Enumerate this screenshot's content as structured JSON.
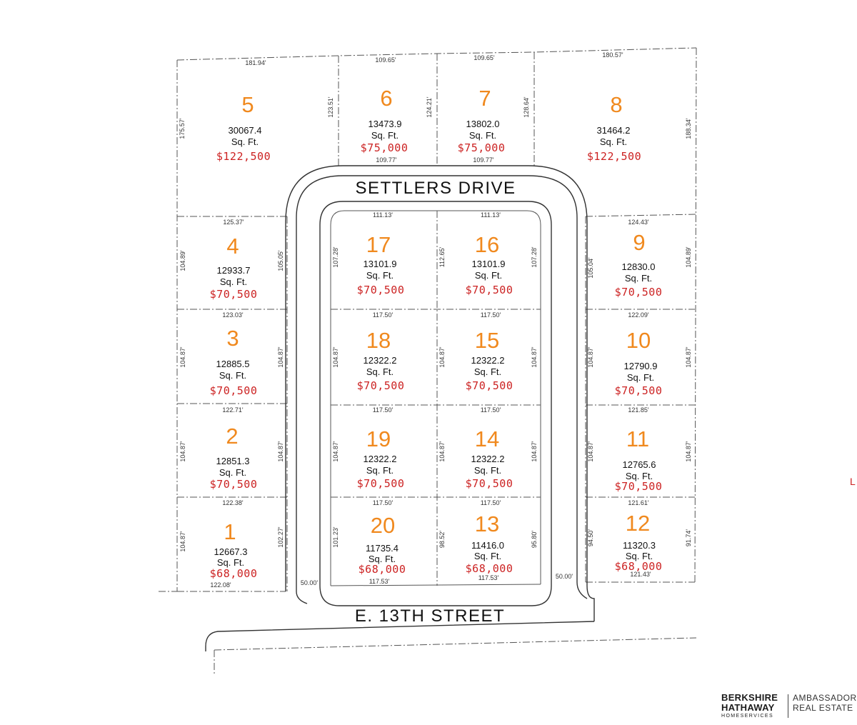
{
  "colors": {
    "lot_number": "#f0891e",
    "price": "#cc2222",
    "text": "#111111",
    "lines": "#555555"
  },
  "streets": {
    "north": "SETTLERS DRIVE",
    "south": "E. 13TH STREET"
  },
  "area_unit": "Sq. Ft.",
  "lots": [
    {
      "number": "1",
      "area": "12667.3",
      "price": "$68,000"
    },
    {
      "number": "2",
      "area": "12851.3",
      "price": "$70,500"
    },
    {
      "number": "3",
      "area": "12885.5",
      "price": "$70,500"
    },
    {
      "number": "4",
      "area": "12933.7",
      "price": "$70,500"
    },
    {
      "number": "5",
      "area": "30067.4",
      "price": "$122,500"
    },
    {
      "number": "6",
      "area": "13473.9",
      "price": "$75,000"
    },
    {
      "number": "7",
      "area": "13802.0",
      "price": "$75,000"
    },
    {
      "number": "8",
      "area": "31464.2",
      "price": "$122,500"
    },
    {
      "number": "9",
      "area": "12830.0",
      "price": "$70,500"
    },
    {
      "number": "10",
      "area": "12790.9",
      "price": "$70,500"
    },
    {
      "number": "11",
      "area": "12765.6",
      "price": "$70,500"
    },
    {
      "number": "12",
      "area": "11320.3",
      "price": "$68,000"
    },
    {
      "number": "13",
      "area": "11416.0",
      "price": "$68,000"
    },
    {
      "number": "14",
      "area": "12322.2",
      "price": "$70,500"
    },
    {
      "number": "15",
      "area": "12322.2",
      "price": "$70,500"
    },
    {
      "number": "16",
      "area": "13101.9",
      "price": "$70,500"
    },
    {
      "number": "17",
      "area": "13101.9",
      "price": "$70,500"
    },
    {
      "number": "18",
      "area": "12322.2",
      "price": "$70,500"
    },
    {
      "number": "19",
      "area": "12322.2",
      "price": "$70,500"
    },
    {
      "number": "20",
      "area": "11735.4",
      "price": "$68,000"
    }
  ],
  "dimensions": [
    "181.94'",
    "109.65'",
    "109.65'",
    "180.57'",
    "175.57'",
    "123.51'",
    "124.21'",
    "128.64'",
    "188.34'",
    "109.77'",
    "109.77'",
    "125.37'",
    "111.13'",
    "111.13'",
    "124.43'",
    "104.89'",
    "105.05'",
    "107.28'",
    "112.65'",
    "107.28'",
    "105.04'",
    "104.89'",
    "123.03'",
    "117.50'",
    "117.50'",
    "122.09'",
    "104.87'",
    "104.87'",
    "104.87'",
    "104.87'",
    "104.87'",
    "104.87'",
    "104.87'",
    "122.71'",
    "117.50'",
    "117.50'",
    "121.85'",
    "104.87'",
    "104.87'",
    "104.87'",
    "104.87'",
    "104.87'",
    "104.87'",
    "104.87'",
    "122.38'",
    "117.50'",
    "117.50'",
    "121.61'",
    "104.87'",
    "102.27'",
    "101.23'",
    "98.52'",
    "95.80'",
    "94.50'",
    "91.74'",
    "122.08'",
    "50.00'",
    "117.53'",
    "117.53'",
    "50.00'",
    "121.43'"
  ],
  "edge_mark": "L",
  "logo": {
    "line1": "BERKSHIRE",
    "line2": "HATHAWAY",
    "line3": "HOMESERVICES",
    "right1": "AMBASSADOR",
    "right2": "REAL ESTATE"
  }
}
